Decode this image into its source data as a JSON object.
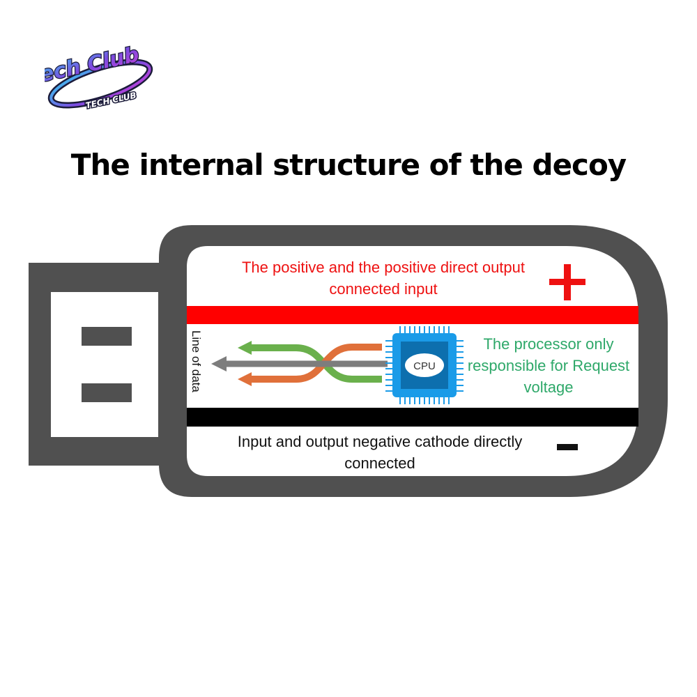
{
  "logo": {
    "icon": "tech-club-logo",
    "text_main": "Tech Club",
    "text_sub": "TECH CLUB"
  },
  "title": "The internal structure of the decoy",
  "labels": {
    "positive": "The positive and the positive direct output connected input",
    "negative": "Input and output negative cathode directly connected",
    "processor": "The processor only responsible for Request voltage",
    "data_line": "Line of data",
    "cpu": "CPU",
    "plus": "+",
    "minus": "-"
  },
  "colors": {
    "casing": "#505050",
    "positive_rail": "#ff0000",
    "negative_rail": "#000000",
    "processor_text": "#2ea869",
    "chip": "#1a9be8",
    "arrow_green": "#6ab04c",
    "arrow_orange": "#e0703a",
    "arrow_gray": "#7d7d7d"
  }
}
